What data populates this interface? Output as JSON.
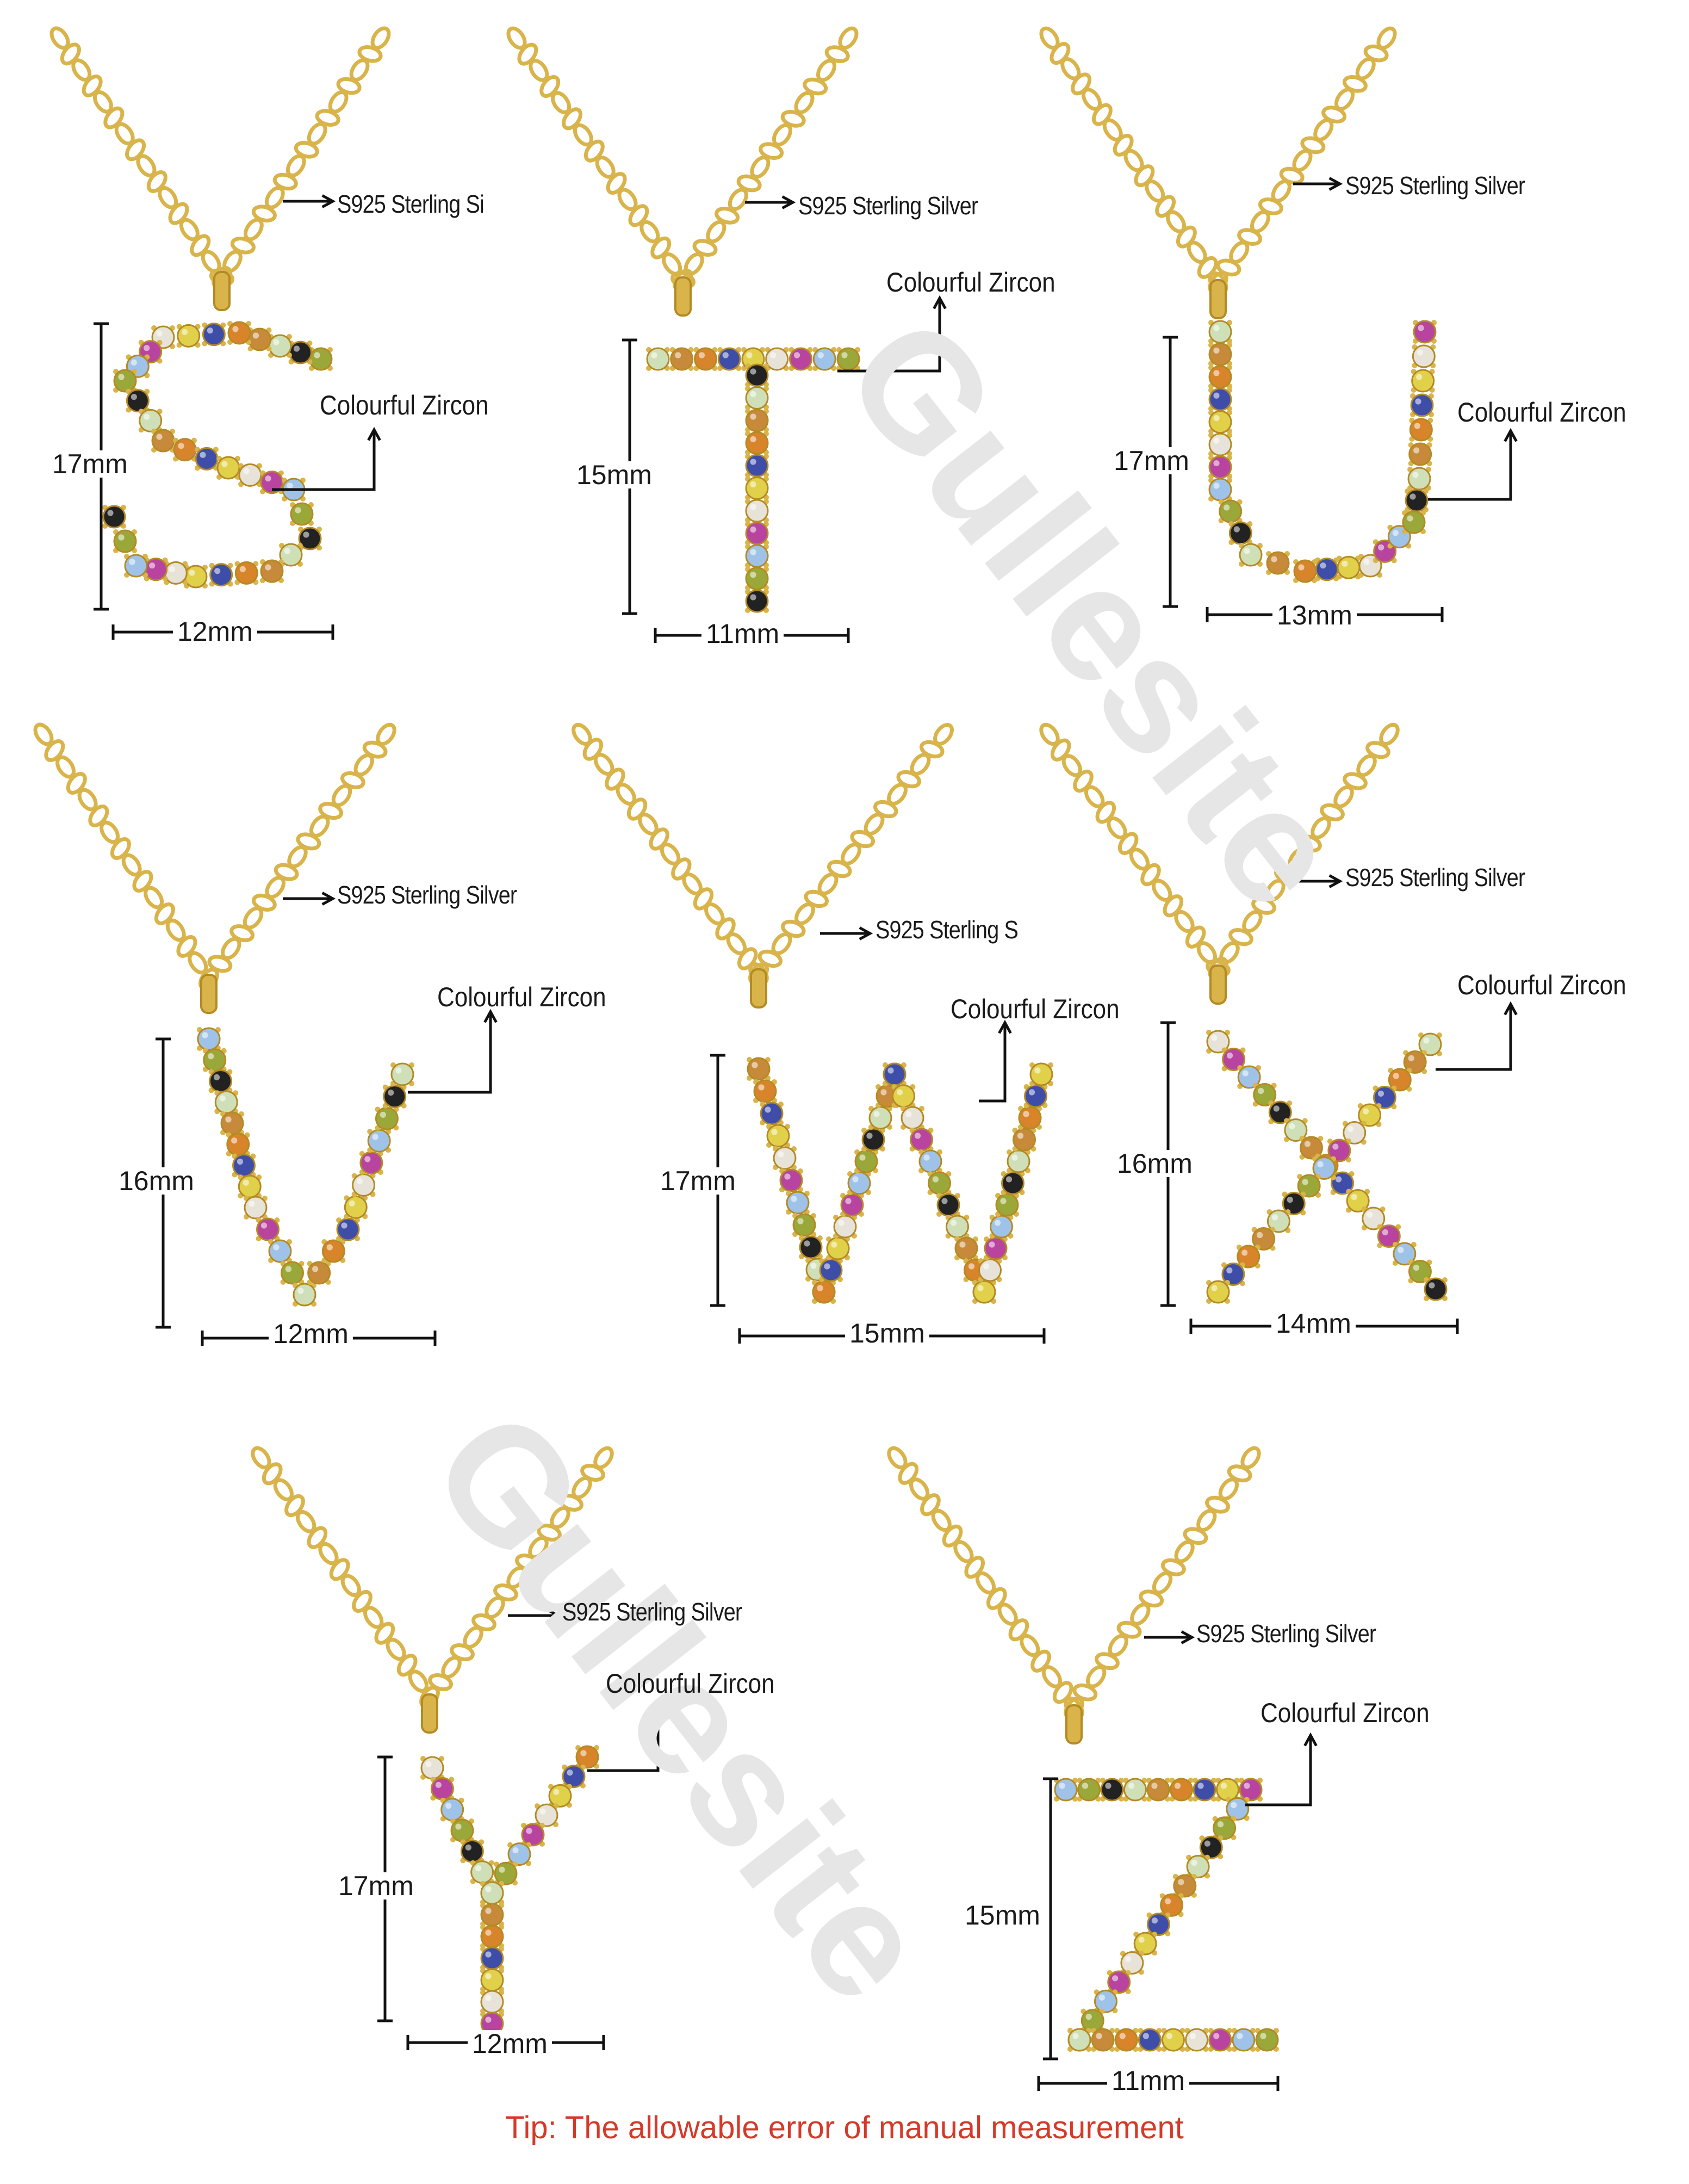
{
  "watermark": "Gullesite",
  "tip": "Tip: The allowable error of manual measurement",
  "colors": {
    "chain": "#d9b44a",
    "chain_dark": "#b48a24",
    "tip": "#d43a2a",
    "gems": [
      "#9aa83a",
      "#e7e3d8",
      "#d8842a",
      "#222222",
      "#b844a0",
      "#3e4ea8",
      "#cfe0b8",
      "#9fc3e8",
      "#e1d04a",
      "#c68a3a"
    ]
  },
  "pendants": [
    {
      "letter": "S",
      "material": "S925 Sterling Si",
      "zircon": "Colourful Zircon",
      "height": "17mm",
      "width": "12mm"
    },
    {
      "letter": "T",
      "material": "S925 Sterling Silver",
      "zircon": "Colourful Zircon",
      "height": "15mm",
      "width": "11mm"
    },
    {
      "letter": "U",
      "material": "S925 Sterling Silver",
      "zircon": "Colourful Zircon",
      "height": "17mm",
      "width": "13mm"
    },
    {
      "letter": "V",
      "material": "S925 Sterling Silver",
      "zircon": "Colourful Zircon",
      "height": "16mm",
      "width": "12mm"
    },
    {
      "letter": "W",
      "material": "S925 Sterling S",
      "zircon": "Colourful Zircon",
      "height": "17mm",
      "width": "15mm"
    },
    {
      "letter": "X",
      "material": "S925 Sterling Silver",
      "zircon": "Colourful Zircon",
      "height": "16mm",
      "width": "14mm"
    },
    {
      "letter": "Y",
      "material": "S925 Sterling Silver",
      "zircon": "Colourful Zircon",
      "height": "17mm",
      "width": "12mm"
    },
    {
      "letter": "Z",
      "material": "S925 Sterling Silver",
      "zircon": "Colourful Zircon",
      "height": "15mm",
      "width": "11mm"
    }
  ]
}
